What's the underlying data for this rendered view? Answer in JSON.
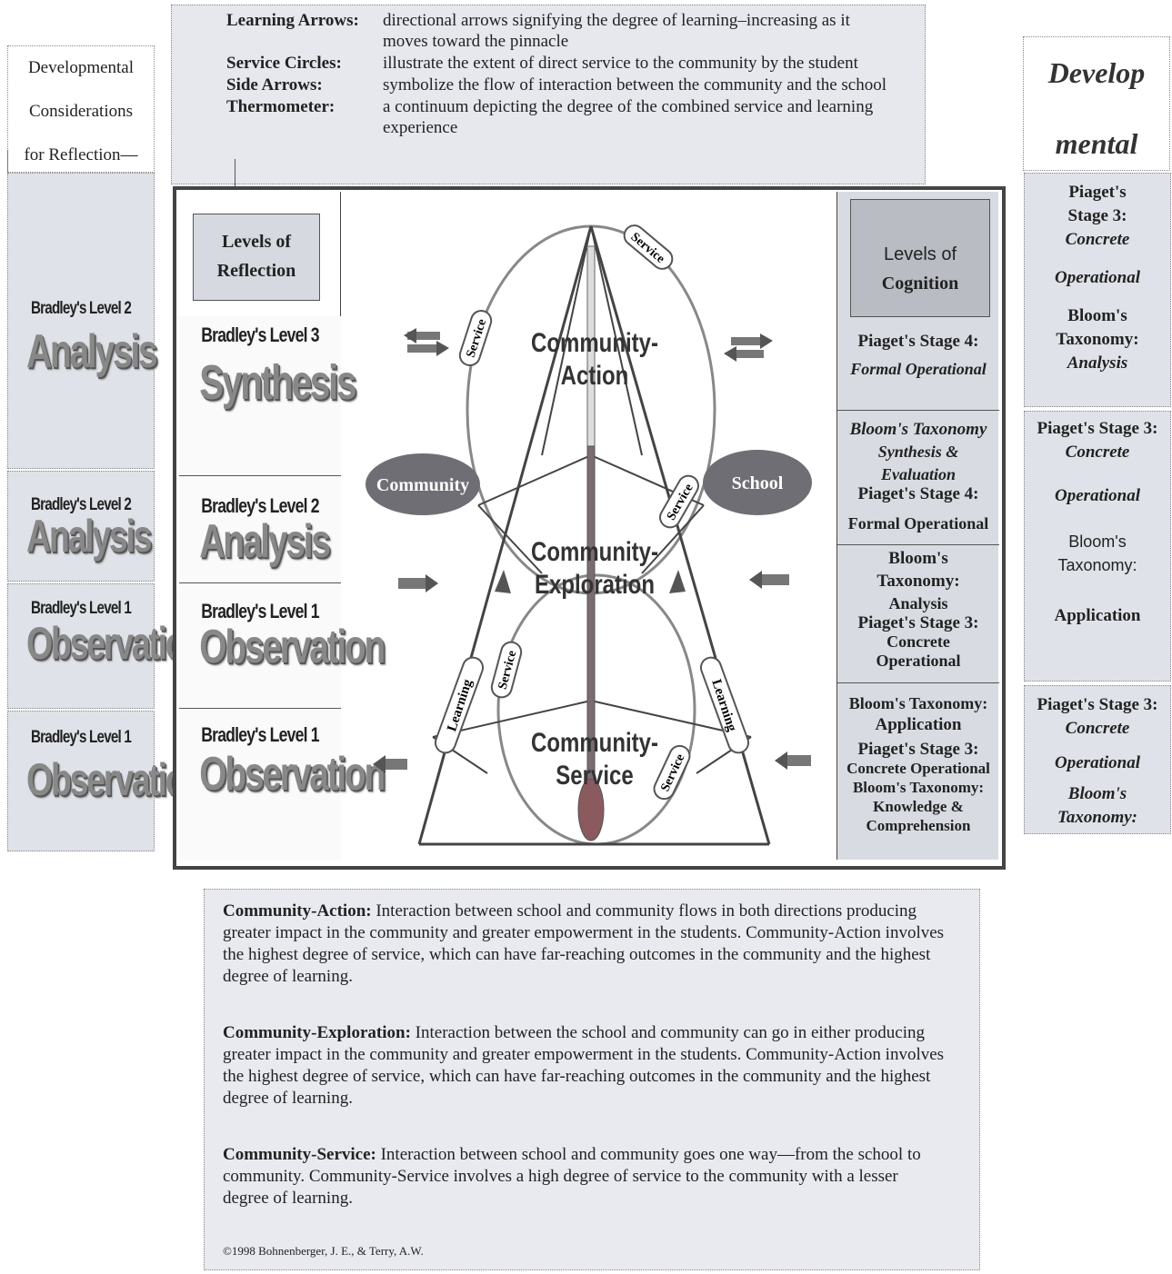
{
  "legend": [
    {
      "term": "Learning Arrows:",
      "def": "directional arrows signifying the degree of learning–increasing as it moves toward the pinnacle"
    },
    {
      "term": "Service Circles:",
      "def": "illustrate the extent of direct service to the community by the student"
    },
    {
      "term": "Side Arrows:",
      "def": "symbolize the flow of interaction between the community and the school"
    },
    {
      "term": "Thermometer:",
      "def": "a continuum depicting the degree of the combined service and learning experience"
    }
  ],
  "dev_left": {
    "line1": "Developmental",
    "line2": "Considerations",
    "line3": "for Reflection—"
  },
  "dev_right": {
    "line1": "Develop",
    "line2": "mental"
  },
  "left_outer": [
    {
      "level": "Bradley's Level 2",
      "word": "Analysis"
    },
    {
      "level": "Bradley's Level 2",
      "word": "Analysis"
    },
    {
      "level": "Bradley's Level 1",
      "word": "Observation"
    },
    {
      "level": "Bradley's Level 1",
      "word": "Observation"
    }
  ],
  "reflection": {
    "header_line1": "Levels of",
    "header_line2": "Reflection",
    "cells": [
      {
        "level": "Bradley's Level 3",
        "word": "Synthesis"
      },
      {
        "level": "Bradley's Level 2",
        "word": "Analysis"
      },
      {
        "level": "Bradley's Level 1",
        "word": "Observation"
      },
      {
        "level": "Bradley's Level 1",
        "word": "Observation"
      }
    ]
  },
  "cognition": {
    "header_line1": "Levels of",
    "header_line2": "Cognition",
    "c1": {
      "a": "Piaget's Stage 4:",
      "b": "Formal Operational"
    },
    "c2": {
      "a": "Bloom's Taxonomy",
      "b": "Synthesis &",
      "c": "Evaluation",
      "d": "Piaget's Stage 4:",
      "e": "Formal Operational"
    },
    "c3": {
      "a": "Bloom's",
      "b": "Taxonomy:",
      "c": "Analysis",
      "d": "Piaget's Stage 3:",
      "e": "Concrete",
      "f": "Operational"
    },
    "c4": {
      "a": "Bloom's Taxonomy:",
      "b": "Application",
      "c": "Piaget's Stage 3:",
      "d": "Concrete Operational",
      "e": "Bloom's Taxonomy:",
      "f": "Knowledge &",
      "g": "Comprehension"
    }
  },
  "right_outer": {
    "r1": {
      "a": "Piaget's",
      "b": "Stage 3:",
      "c": "Concrete",
      "d": "Operational",
      "e": "Bloom's",
      "f": "Taxonomy:",
      "g": "Analysis"
    },
    "r2": {
      "a": "Piaget's Stage 3:",
      "b": "Concrete",
      "c": "Operational",
      "d": "Bloom's",
      "e": "Taxonomy:",
      "f": "Application"
    },
    "r3": {
      "a": "Piaget's Stage 3:",
      "b": "Concrete",
      "c": "Operational",
      "d": "Bloom's",
      "e": "Taxonomy:"
    }
  },
  "diagram": {
    "action_1": "Community-",
    "action_2": "Action",
    "exploration_1": "Community-",
    "exploration_2": "Exploration",
    "service_1": "Community-",
    "service_2": "Service",
    "community": "Community",
    "school": "School",
    "service_label": "Service",
    "learning_label": "Learning"
  },
  "bottom": [
    {
      "term": "Community-Action:",
      "text": "Interaction between school and community flows in both directions producing greater impact in the community and greater empowerment in the students. Community-Action involves the highest degree of service, which can have far-reaching outcomes in the community and the highest degree of learning."
    },
    {
      "term": "Community-Exploration:",
      "text": "Interaction between the school and community can go in either producing greater impact in the community and greater empowerment in the students. Community-Action involves the highest degree of service, which can have far-reaching outcomes in the community and the highest degree of learning."
    },
    {
      "term": "Community-Service:",
      "text": "Interaction between school and community goes one way—from the school to community. Community-Service involves a high degree of service to the community with a lesser degree of learning."
    }
  ],
  "copyright": "©1998 Bohnenberger, J. E., & Terry, A.W."
}
